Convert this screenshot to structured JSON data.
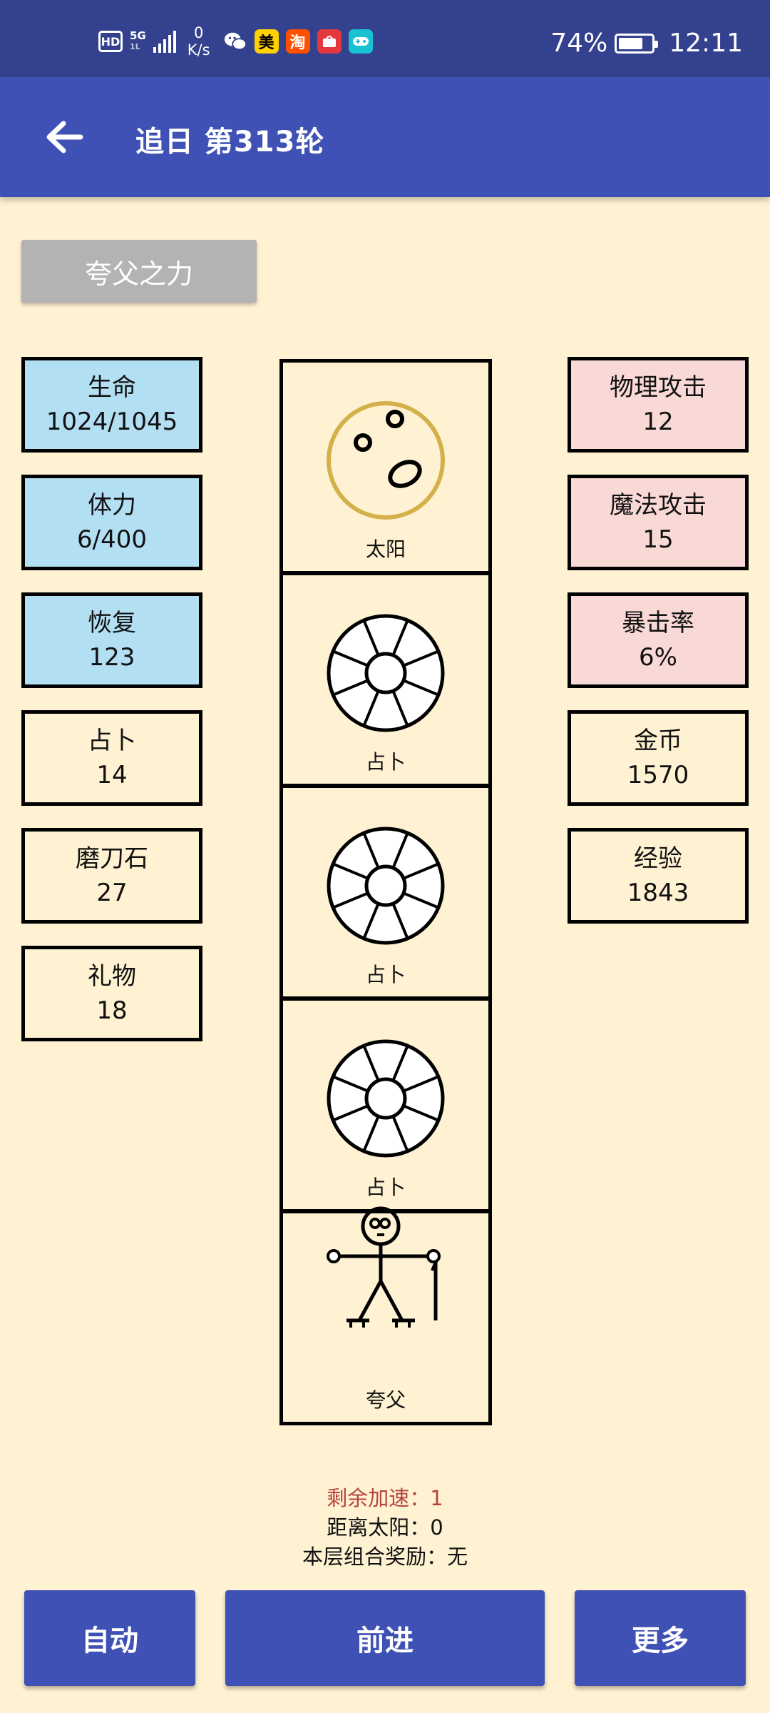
{
  "status_bar": {
    "hd": "HD",
    "network": "5G",
    "speed_value": "0",
    "speed_unit": "K/s",
    "apps": [
      {
        "name": "wechat-icon"
      },
      {
        "name": "meituan-icon",
        "text": "美",
        "color": "#ffd100"
      },
      {
        "name": "taobao-icon",
        "text": "淘",
        "color": "#ff5000"
      },
      {
        "name": "huawei-store-icon",
        "color": "#e4383f"
      },
      {
        "name": "game-center-icon",
        "color": "#19c2d2"
      }
    ],
    "battery_percent": "74%",
    "battery_level": 0.74,
    "time": "12:11"
  },
  "app_bar": {
    "title": "追日 第313轮"
  },
  "skill_button": "夸父之力",
  "left_stats": [
    {
      "label": "生命",
      "value": "1024/1045",
      "style": "blue"
    },
    {
      "label": "体力",
      "value": "6/400",
      "style": "blue"
    },
    {
      "label": "恢复",
      "value": "123",
      "style": "blue"
    },
    {
      "label": "占卜",
      "value": "14",
      "style": "plain"
    },
    {
      "label": "磨刀石",
      "value": "27",
      "style": "plain"
    },
    {
      "label": "礼物",
      "value": "18",
      "style": "plain"
    }
  ],
  "right_stats": [
    {
      "label": "物理攻击",
      "value": "12",
      "style": "pink"
    },
    {
      "label": "魔法攻击",
      "value": "15",
      "style": "pink"
    },
    {
      "label": "暴击率",
      "value": "6%",
      "style": "pink"
    },
    {
      "label": "金币",
      "value": "1570",
      "style": "plain"
    },
    {
      "label": "经验",
      "value": "1843",
      "style": "plain"
    }
  ],
  "cells": [
    {
      "icon": "sun-icon",
      "label": "太阳"
    },
    {
      "icon": "divination-wheel-icon",
      "label": "占卜"
    },
    {
      "icon": "divination-wheel-icon",
      "label": "占卜"
    },
    {
      "icon": "divination-wheel-icon",
      "label": "占卜"
    },
    {
      "icon": "kuafu-figure-icon",
      "label": "夸父"
    }
  ],
  "info": {
    "boost": "剩余加速：1",
    "distance": "距离太阳：0",
    "combo": "本层组合奖励：无"
  },
  "buttons": {
    "auto": "自动",
    "forward": "前进",
    "more": "更多"
  },
  "colors": {
    "background": "#fff2d2",
    "primary": "#3f51b5",
    "status_bar": "#34418f",
    "blue_stat": "#b3dff3",
    "pink_stat": "#f9d9d5",
    "sun_ring": "#d4b04a",
    "boost_text": "#b5443c"
  }
}
